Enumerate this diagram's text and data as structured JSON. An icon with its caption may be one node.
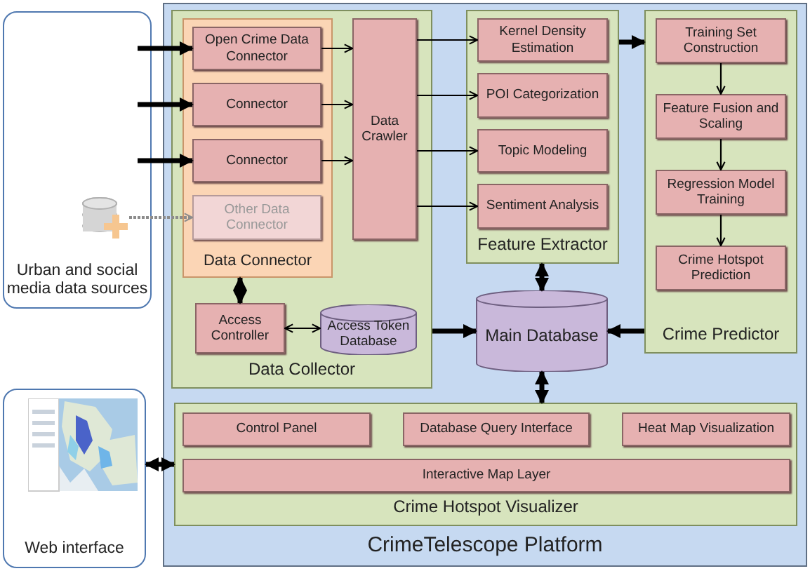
{
  "diagram": {
    "nodes": [
      {
        "text": [
          "Urban and social media data sources"
        ]
      },
      {
        "text": [],
        "shape": "cylinder",
        "in": 0
      },
      {
        "text": [
          "Web interface"
        ]
      },
      {
        "text": [
          "CrimeTelescope Platform"
        ]
      },
      {
        "text": [
          "Data Collector"
        ],
        "in": 3
      },
      {
        "text": [
          "Data Connector"
        ],
        "in": 4
      },
      {
        "text": [
          "Open Crime Data Connector"
        ],
        "in": 5
      },
      {
        "text": [
          "Connector"
        ],
        "in": 5
      },
      {
        "text": [
          "Connector"
        ],
        "in": 5
      },
      {
        "text": [
          "Other Data Connector"
        ],
        "in": 5
      },
      {
        "text": [
          "Data Crawler"
        ],
        "in": 4
      },
      {
        "text": [
          "Access Controller"
        ],
        "in": 4
      },
      {
        "text": [
          "Access Token Database"
        ],
        "in": 4
      },
      {
        "text": [
          "Feature Extractor"
        ],
        "in": 3
      },
      {
        "text": [
          "Kernel Density Estimation"
        ],
        "in": 13
      },
      {
        "text": [
          "POI Categorization"
        ],
        "in": 13
      },
      {
        "text": [
          "Topic Modeling"
        ],
        "in": 13
      },
      {
        "text": [
          "Sentiment Analysis"
        ],
        "in": 13
      },
      {
        "text": [
          "Main Database"
        ],
        "in": 3
      },
      {
        "text": [
          "Crime Predictor"
        ],
        "in": 3
      },
      {
        "text": [
          "Training Set Construction"
        ],
        "in": 19
      },
      {
        "text": [
          "Feature Fusion and Scaling"
        ],
        "in": 19
      },
      {
        "text": [
          "Regression Model Training"
        ],
        "in": 19
      },
      {
        "text": [
          "Crime Hotspot Prediction"
        ],
        "in": 19
      },
      {
        "text": [
          "Crime Hotspot Visualizer"
        ],
        "in": 3
      },
      {
        "text": [
          "Control Panel"
        ],
        "in": 24
      },
      {
        "text": [
          "Database Query Interface"
        ],
        "in": 24
      },
      {
        "text": [
          "Heat Map Visualization"
        ],
        "in": 24
      },
      {
        "text": [
          "Interactive Map Layer"
        ],
        "in": 24
      }
    ],
    "edges": [
      {
        "from": 0,
        "to": 6,
        "arrow": "to",
        "style": "thick"
      },
      {
        "from": 0,
        "to": 7,
        "arrow": "to",
        "style": "thick"
      },
      {
        "from": 0,
        "to": 8,
        "arrow": "to",
        "style": "thick"
      },
      {
        "from": 1,
        "to": 9,
        "arrow": "to",
        "style": "dashed",
        "color": "#8c8c8c"
      },
      {
        "from": 6,
        "to": 10,
        "arrow": "to"
      },
      {
        "from": 7,
        "to": 10,
        "arrow": "to"
      },
      {
        "from": 8,
        "to": 10,
        "arrow": "to"
      },
      {
        "from": 10,
        "to": 14,
        "arrow": "to"
      },
      {
        "from": 10,
        "to": 15,
        "arrow": "to"
      },
      {
        "from": 10,
        "to": 16,
        "arrow": "to"
      },
      {
        "from": 10,
        "to": 17,
        "arrow": "to"
      },
      {
        "from": 5,
        "to": 11,
        "arrow": "both",
        "style": "thick"
      },
      {
        "from": 11,
        "to": 12,
        "arrow": "both"
      },
      {
        "from": 4,
        "to": 18,
        "arrow": "to",
        "style": "thick"
      },
      {
        "from": 13,
        "to": 18,
        "arrow": "both",
        "style": "thick"
      },
      {
        "from": 19,
        "to": 18,
        "arrow": "to",
        "style": "thick"
      },
      {
        "from": 13,
        "to": 19,
        "arrow": "to",
        "style": "thick"
      },
      {
        "from": 20,
        "to": 21,
        "arrow": "to"
      },
      {
        "from": 21,
        "to": 22,
        "arrow": "to"
      },
      {
        "from": 22,
        "to": 23,
        "arrow": "to"
      },
      {
        "from": 18,
        "to": 24,
        "arrow": "both",
        "style": "thick"
      },
      {
        "from": 2,
        "to": 24,
        "arrow": "both",
        "style": "thick"
      }
    ]
  }
}
